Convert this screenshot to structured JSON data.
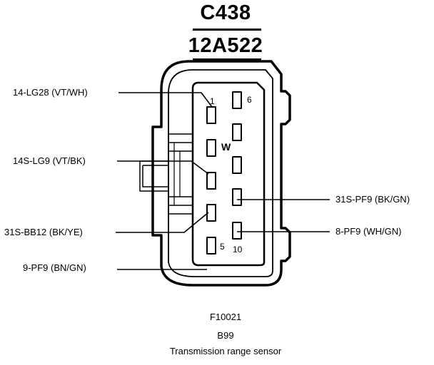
{
  "header": {
    "connector_id": "C438",
    "part_number": "12A522"
  },
  "connector": {
    "wires_left": [
      {
        "label": "14-LG28 (VT/WH)"
      },
      {
        "label": "14S-LG9 (VT/BK)"
      },
      {
        "label": "31S-BB12 (BK/YE)"
      },
      {
        "label": "9-PF9 (BN/GN)"
      }
    ],
    "wires_right": [
      {
        "label": "31S-PF9 (BK/GN)"
      },
      {
        "label": "8-PF9 (WH/GN)"
      }
    ],
    "pin_labels": {
      "pin1": "1",
      "pin5": "5",
      "pin6": "6",
      "pin10": "10",
      "key": "W"
    }
  },
  "footer": {
    "figure_id": "F10021",
    "component_code": "B99",
    "component_name": "Transmission range sensor"
  }
}
